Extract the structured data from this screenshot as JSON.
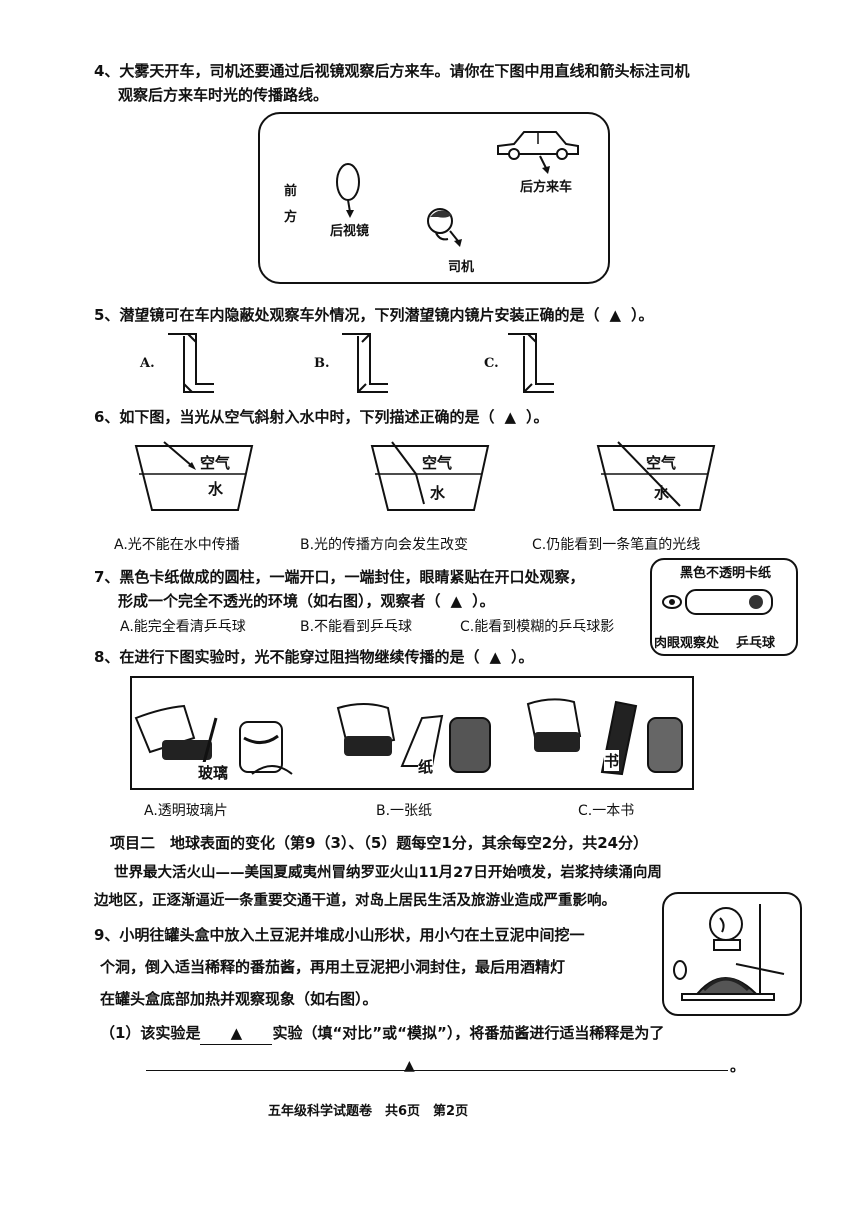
{
  "q4": {
    "line1": "4、大雾天开车，司机还要通过后视镜观察后方来车。请你在下图中用直线和箭头标注司机",
    "line2": "观察后方来车时光的传播路线。",
    "fig": {
      "front": "前",
      "front2": "方",
      "mirror": "后视镜",
      "driver": "司机",
      "car": "后方来车"
    }
  },
  "q5": {
    "text": "5、潜望镜可在车内隐蔽处观察车外情况，下列潜望镜内镜片安装正确的是（",
    "blank": "▲",
    "close": "）。",
    "options": [
      "A.",
      "B.",
      "C."
    ]
  },
  "q6": {
    "text": "6、如下图，当光从空气斜射入水中时，下列描述正确的是（",
    "blank": "▲",
    "close": "）。",
    "air": "空气",
    "water": "水",
    "options": [
      "A.光不能在水中传播",
      "B.光的传播方向会发生改变",
      "C.仍能看到一条笔直的光线"
    ]
  },
  "q7": {
    "line1": "7、黑色卡纸做成的圆柱，一端开口，一端封住，眼睛紧贴在开口处观察，",
    "line2a": "形成一个完全不透光的环境（如右图），观察者（",
    "blank": "▲",
    "line2b": "）。",
    "options": [
      "A.能完全看清乒乓球",
      "B.不能看到乒乓球",
      "C.能看到模糊的乒乓球影"
    ],
    "fig": {
      "top": "黑色不透明卡纸",
      "eye": "肉眼观察处",
      "ball": "乒乓球"
    }
  },
  "q8": {
    "text": "8、在进行下图实验时，光不能穿过阻挡物继续传播的是（",
    "blank": "▲",
    "close": "）。",
    "panel_labels": [
      "玻璃",
      "纸",
      "书"
    ],
    "options": [
      "A.透明玻璃片",
      "B.一张纸",
      "C.一本书"
    ]
  },
  "section2": {
    "title": "项目二　地球表面的变化（第9（3）、（5）题每空1分，其余每空2分，共24分）",
    "para1": "世界最大活火山——美国夏威夷州冒纳罗亚火山11月27日开始喷发，岩浆持续涌向周",
    "para2": "边地区，正逐渐逼近一条重要交通干道，对岛上居民生活及旅游业造成严重影响。"
  },
  "q9": {
    "line1": "9、小明往罐头盒中放入土豆泥并堆成小山形状，用小勺在土豆泥中间挖一",
    "line2": "个洞，倒入适当稀释的番茄酱，再用土豆泥把小洞封住，最后用酒精灯",
    "line3": "在罐头盒底部加热并观察现象（如右图）。",
    "sub1a": "（1）该实验是",
    "blank": "▲",
    "sub1b": "实验（填“对比”或“模拟”），将番茄酱进行适当稀释是为了",
    "end": "。"
  },
  "footer": "五年级科学试题卷　共6页　第2页"
}
